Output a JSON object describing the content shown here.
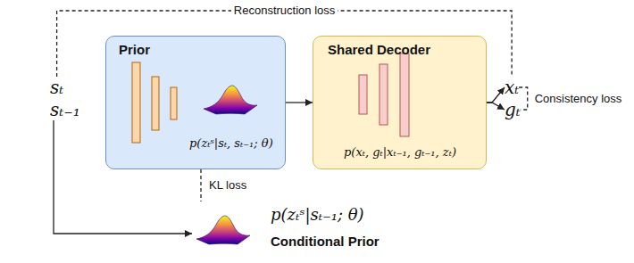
{
  "diagram": {
    "nodes": [
      {
        "text": [
          "sₜ"
        ]
      },
      {
        "text": [
          "sₜ₋₁"
        ]
      },
      {
        "text": [
          "Prior",
          "p(zₜˢ|sₜ, sₜ₋₁; θ)"
        ]
      },
      {
        "text": [
          "Shared Decoder",
          "p(xₜ, gₜ|xₜ₋₁, gₜ₋₁, zₜ)"
        ]
      },
      {
        "text": [
          "xₜ"
        ]
      },
      {
        "text": [
          "gₜ"
        ]
      },
      {
        "text": [
          "p(zₜˢ|sₜ₋₁; θ)",
          "Conditional Prior"
        ]
      }
    ],
    "edges": [
      {
        "from": 2,
        "to": 3,
        "arrow": "to"
      },
      {
        "from": 3,
        "to": 4,
        "arrow": "to"
      },
      {
        "from": 3,
        "to": 5,
        "arrow": "to"
      },
      {
        "from": 0,
        "to": 4,
        "arrow": "none",
        "label": "Reconstruction loss"
      },
      {
        "from": 1,
        "to": 6,
        "arrow": "to"
      },
      {
        "from": 2,
        "to": 6,
        "arrow": "none",
        "label": "KL loss"
      },
      {
        "from": 4,
        "to": 5,
        "arrow": "none",
        "label": "Consistency loss"
      }
    ]
  }
}
